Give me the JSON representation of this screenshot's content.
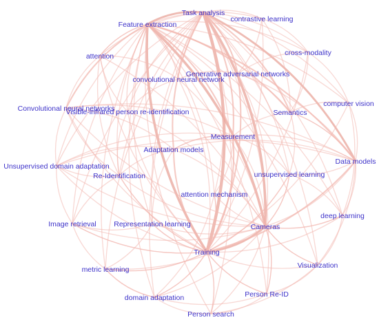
{
  "colors": {
    "edge": "#f2b8b0",
    "edge_strong": "#e8a49a",
    "label": "#3d32c9",
    "background": "#ffffff"
  },
  "nodes": [
    {
      "id": "task-analysis",
      "label": "Task analysis"
    },
    {
      "id": "contrastive-learning",
      "label": "contrastive learning"
    },
    {
      "id": "feature-extraction",
      "label": "Feature extraction"
    },
    {
      "id": "cross-modality",
      "label": "cross-modality"
    },
    {
      "id": "attention",
      "label": "attention"
    },
    {
      "id": "generative-adversarial-networks",
      "label": "Generative adversarial networks"
    },
    {
      "id": "convolutional-neural-network",
      "label": "convolutional neural network"
    },
    {
      "id": "computer-vision",
      "label": "computer vision"
    },
    {
      "id": "convolutional-neural-networks",
      "label": "Convolutional neural networks"
    },
    {
      "id": "visible-infrared-person-reid",
      "label": "Visible-infrared person re-identification"
    },
    {
      "id": "semantics",
      "label": "Semantics"
    },
    {
      "id": "measurement",
      "label": "Measurement"
    },
    {
      "id": "adaptation-models",
      "label": "Adaptation models"
    },
    {
      "id": "data-models",
      "label": "Data models"
    },
    {
      "id": "unsupervised-domain-adaptation",
      "label": "Unsupervised domain adaptation"
    },
    {
      "id": "re-identification",
      "label": "Re-Identification"
    },
    {
      "id": "unsupervised-learning",
      "label": "unsupervised learning"
    },
    {
      "id": "attention-mechanism",
      "label": "attention mechanism"
    },
    {
      "id": "deep-learning",
      "label": "deep learning"
    },
    {
      "id": "image-retrieval",
      "label": "Image retrieval"
    },
    {
      "id": "representation-learning",
      "label": "Representation learning"
    },
    {
      "id": "cameras",
      "label": "Cameras"
    },
    {
      "id": "training",
      "label": "Training"
    },
    {
      "id": "metric-learning",
      "label": "metric learning"
    },
    {
      "id": "visualization",
      "label": "Visualization"
    },
    {
      "id": "domain-adaptation",
      "label": "domain adaptation"
    },
    {
      "id": "person-re-id",
      "label": "Person Re-ID"
    },
    {
      "id": "person-search",
      "label": "Person search"
    }
  ],
  "edges": [
    [
      "task-analysis",
      "training",
      5
    ],
    [
      "task-analysis",
      "cameras",
      4
    ],
    [
      "feature-extraction",
      "training",
      4
    ],
    [
      "feature-extraction",
      "cameras",
      4
    ],
    [
      "task-analysis",
      "feature-extraction",
      3
    ],
    [
      "training",
      "cameras",
      3
    ],
    [
      "task-analysis",
      "data-models",
      3
    ],
    [
      "feature-extraction",
      "data-models",
      2
    ],
    [
      "task-analysis",
      "measurement",
      2
    ],
    [
      "feature-extraction",
      "measurement",
      2
    ],
    [
      "training",
      "measurement",
      2
    ],
    [
      "task-analysis",
      "semantics",
      2
    ],
    [
      "feature-extraction",
      "semantics",
      2
    ],
    [
      "training",
      "data-models",
      2
    ],
    [
      "task-analysis",
      "generative-adversarial-networks",
      2
    ],
    [
      "training",
      "generative-adversarial-networks",
      2
    ],
    [
      "feature-extraction",
      "convolutional-neural-networks",
      2
    ],
    [
      "training",
      "convolutional-neural-networks",
      1
    ],
    [
      "task-analysis",
      "adaptation-models",
      2
    ],
    [
      "adaptation-models",
      "training",
      2
    ],
    [
      "cameras",
      "measurement",
      1
    ],
    [
      "cameras",
      "data-models",
      1
    ],
    [
      "task-analysis",
      "visualization",
      1
    ],
    [
      "feature-extraction",
      "visualization",
      1
    ],
    [
      "task-analysis",
      "computer-vision",
      1
    ],
    [
      "feature-extraction",
      "computer-vision",
      1
    ],
    [
      "task-analysis",
      "cross-modality",
      1
    ],
    [
      "feature-extraction",
      "cross-modality",
      1
    ],
    [
      "task-analysis",
      "contrastive-learning",
      1
    ],
    [
      "feature-extraction",
      "contrastive-learning",
      1
    ],
    [
      "task-analysis",
      "attention",
      1
    ],
    [
      "feature-extraction",
      "attention",
      1
    ],
    [
      "task-analysis",
      "unsupervised-domain-adaptation",
      1
    ],
    [
      "feature-extraction",
      "unsupervised-domain-adaptation",
      1
    ],
    [
      "training",
      "unsupervised-domain-adaptation",
      1
    ],
    [
      "task-analysis",
      "deep-learning",
      1
    ],
    [
      "feature-extraction",
      "deep-learning",
      1
    ],
    [
      "training",
      "deep-learning",
      1
    ],
    [
      "task-analysis",
      "image-retrieval",
      1
    ],
    [
      "feature-extraction",
      "image-retrieval",
      1
    ],
    [
      "training",
      "image-retrieval",
      1
    ],
    [
      "task-analysis",
      "metric-learning",
      1
    ],
    [
      "feature-extraction",
      "metric-learning",
      1
    ],
    [
      "training",
      "metric-learning",
      1
    ],
    [
      "task-analysis",
      "domain-adaptation",
      1
    ],
    [
      "feature-extraction",
      "domain-adaptation",
      1
    ],
    [
      "training",
      "domain-adaptation",
      1
    ],
    [
      "task-analysis",
      "person-search",
      1
    ],
    [
      "feature-extraction",
      "person-search",
      1
    ],
    [
      "training",
      "person-search",
      1
    ],
    [
      "task-analysis",
      "person-re-id",
      1
    ],
    [
      "feature-extraction",
      "person-re-id",
      1
    ],
    [
      "training",
      "person-re-id",
      1
    ],
    [
      "task-analysis",
      "visible-infrared-person-reid",
      1
    ],
    [
      "feature-extraction",
      "visible-infrared-person-reid",
      1
    ],
    [
      "task-analysis",
      "re-identification",
      1
    ],
    [
      "feature-extraction",
      "re-identification",
      1
    ],
    [
      "training",
      "re-identification",
      1
    ],
    [
      "task-analysis",
      "unsupervised-learning",
      1
    ],
    [
      "feature-extraction",
      "unsupervised-learning",
      1
    ],
    [
      "training",
      "unsupervised-learning",
      1
    ],
    [
      "task-analysis",
      "attention-mechanism",
      1
    ],
    [
      "feature-extraction",
      "attention-mechanism",
      1
    ],
    [
      "training",
      "attention-mechanism",
      1
    ],
    [
      "task-analysis",
      "representation-learning",
      1
    ],
    [
      "feature-extraction",
      "representation-learning",
      1
    ],
    [
      "training",
      "representation-learning",
      1
    ],
    [
      "task-analysis",
      "convolutional-neural-network",
      1
    ],
    [
      "feature-extraction",
      "convolutional-neural-network",
      1
    ],
    [
      "semantics",
      "data-models",
      1
    ],
    [
      "semantics",
      "measurement",
      1
    ],
    [
      "adaptation-models",
      "data-models",
      1
    ],
    [
      "adaptation-models",
      "measurement",
      1
    ],
    [
      "adaptation-models",
      "cameras",
      1
    ],
    [
      "generative-adversarial-networks",
      "data-models",
      1
    ],
    [
      "generative-adversarial-networks",
      "cameras",
      1
    ],
    [
      "convolutional-neural-networks",
      "data-models",
      1
    ],
    [
      "convolutional-neural-networks",
      "cameras",
      1
    ],
    [
      "visualization",
      "training",
      1
    ],
    [
      "visualization",
      "cameras",
      1
    ],
    [
      "computer-vision",
      "training",
      1
    ],
    [
      "cross-modality",
      "training",
      1
    ],
    [
      "contrastive-learning",
      "training",
      1
    ],
    [
      "attention",
      "training",
      1
    ],
    [
      "attention",
      "cameras",
      1
    ],
    [
      "unsupervised-domain-adaptation",
      "cameras",
      1
    ],
    [
      "unsupervised-domain-adaptation",
      "data-models",
      1
    ],
    [
      "deep-learning",
      "cameras",
      1
    ],
    [
      "image-retrieval",
      "cameras",
      1
    ],
    [
      "metric-learning",
      "cameras",
      1
    ],
    [
      "domain-adaptation",
      "cameras",
      1
    ],
    [
      "person-search",
      "cameras",
      1
    ],
    [
      "person-re-id",
      "cameras",
      1
    ],
    [
      "visible-infrared-person-reid",
      "training",
      1
    ],
    [
      "visible-infrared-person-reid",
      "cameras",
      1
    ],
    [
      "re-identification",
      "cameras",
      1
    ],
    [
      "unsupervised-learning",
      "cameras",
      1
    ],
    [
      "attention-mechanism",
      "cameras",
      1
    ],
    [
      "representation-learning",
      "cameras",
      1
    ],
    [
      "convolutional-neural-network",
      "training",
      1
    ],
    [
      "convolutional-neural-network",
      "cameras",
      1
    ],
    [
      "contrastive-learning",
      "cross-modality",
      1
    ],
    [
      "cross-modality",
      "computer-vision",
      1
    ],
    [
      "computer-vision",
      "data-models",
      1
    ],
    [
      "data-models",
      "deep-learning",
      1
    ],
    [
      "deep-learning",
      "visualization",
      1
    ],
    [
      "visualization",
      "person-re-id",
      1
    ],
    [
      "person-re-id",
      "person-search",
      1
    ],
    [
      "person-search",
      "domain-adaptation",
      1
    ],
    [
      "domain-adaptation",
      "metric-learning",
      1
    ],
    [
      "metric-learning",
      "image-retrieval",
      1
    ],
    [
      "image-retrieval",
      "unsupervised-domain-adaptation",
      1
    ],
    [
      "unsupervised-domain-adaptation",
      "convolutional-neural-networks",
      1
    ],
    [
      "convolutional-neural-networks",
      "attention",
      1
    ],
    [
      "attention",
      "feature-extraction",
      1
    ],
    [
      "contrastive-learning",
      "semantics",
      1
    ],
    [
      "cross-modality",
      "semantics",
      1
    ],
    [
      "computer-vision",
      "semantics",
      1
    ],
    [
      "semantics",
      "unsupervised-learning",
      1
    ],
    [
      "measurement",
      "unsupervised-learning",
      1
    ],
    [
      "measurement",
      "attention-mechanism",
      1
    ],
    [
      "adaptation-models",
      "re-identification",
      1
    ],
    [
      "adaptation-models",
      "representation-learning",
      1
    ],
    [
      "re-identification",
      "unsupervised-domain-adaptation",
      1
    ],
    [
      "re-identification",
      "image-retrieval",
      1
    ],
    [
      "representation-learning",
      "metric-learning",
      1
    ],
    [
      "attention-mechanism",
      "domain-adaptation",
      1
    ],
    [
      "unsupervised-learning",
      "data-models",
      1
    ],
    [
      "unsupervised-learning",
      "deep-learning",
      1
    ],
    [
      "cameras",
      "visualization",
      1
    ],
    [
      "cameras",
      "person-re-id",
      1
    ],
    [
      "training",
      "person-search",
      1
    ],
    [
      "generative-adversarial-networks",
      "semantics",
      1
    ],
    [
      "generative-adversarial-networks",
      "convolutional-neural-network",
      1
    ],
    [
      "convolutional-neural-network",
      "visible-infrared-person-reid",
      1
    ],
    [
      "visible-infrared-person-reid",
      "re-identification",
      1
    ],
    [
      "attention",
      "convolutional-neural-network",
      1
    ],
    [
      "attention",
      "re-identification",
      1
    ],
    [
      "convolutional-neural-networks",
      "adaptation-models",
      1
    ],
    [
      "convolutional-neural-networks",
      "re-identification",
      1
    ],
    [
      "unsupervised-domain-adaptation",
      "adaptation-models",
      1
    ],
    [
      "image-retrieval",
      "representation-learning",
      1
    ],
    [
      "metric-learning",
      "training",
      1
    ],
    [
      "domain-adaptation",
      "training",
      1
    ],
    [
      "person-re-id",
      "training",
      1
    ],
    [
      "visualization",
      "data-models",
      1
    ],
    [
      "deep-learning",
      "computer-vision",
      1
    ],
    [
      "data-models",
      "semantics",
      1
    ],
    [
      "measurement",
      "data-models",
      1
    ],
    [
      "measurement",
      "adaptation-models",
      1
    ],
    [
      "attention-mechanism",
      "training",
      1
    ],
    [
      "representation-learning",
      "training",
      1
    ],
    [
      "unsupervised-learning",
      "training",
      1
    ],
    [
      "contrastive-learning",
      "generative-adversarial-networks",
      1
    ],
    [
      "cross-modality",
      "generative-adversarial-networks",
      1
    ],
    [
      "attention",
      "visible-infrared-person-reid",
      1
    ],
    [
      "convolutional-neural-networks",
      "measurement",
      1
    ],
    [
      "unsupervised-domain-adaptation",
      "measurement",
      1
    ],
    [
      "image-retrieval",
      "training",
      1
    ],
    [
      "re-identification",
      "training",
      1
    ],
    [
      "cameras",
      "deep-learning",
      1
    ],
    [
      "cameras",
      "unsupervised-learning",
      1
    ],
    [
      "person-search",
      "visualization",
      1
    ],
    [
      "domain-adaptation",
      "person-re-id",
      1
    ],
    [
      "metric-learning",
      "domain-adaptation",
      1
    ]
  ]
}
